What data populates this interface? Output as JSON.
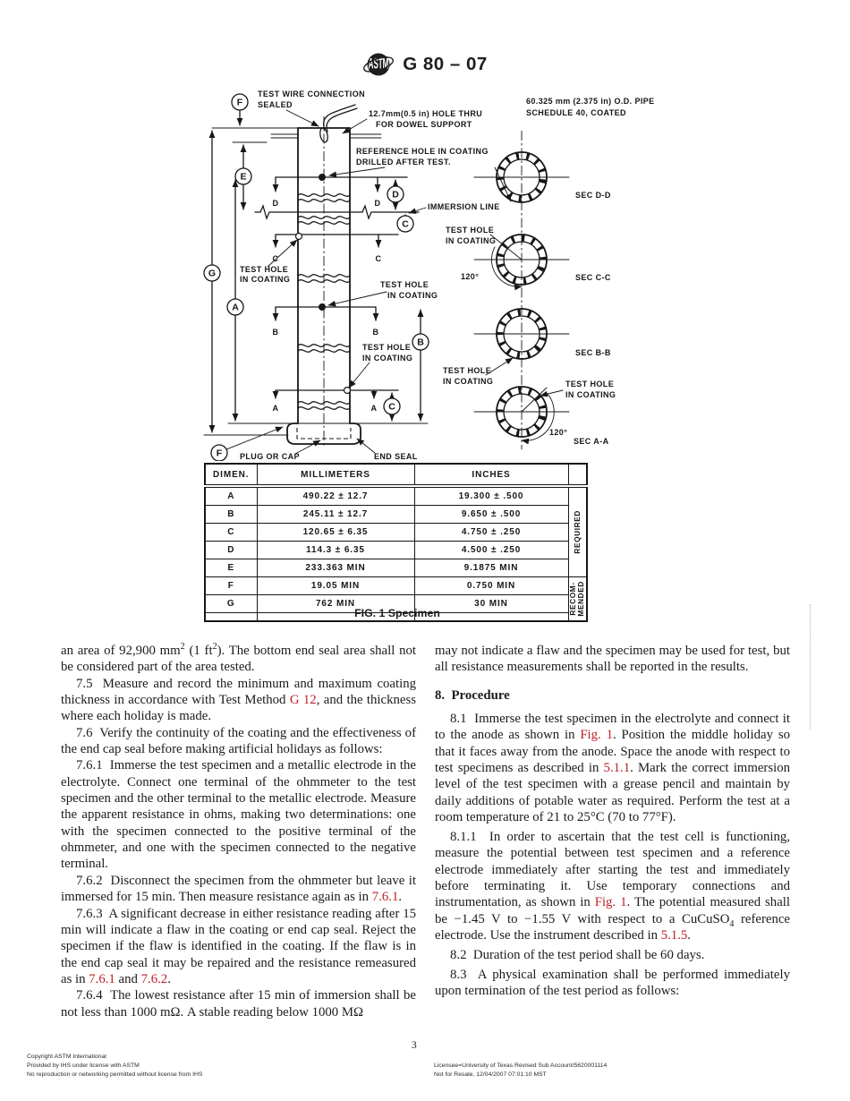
{
  "header": {
    "code": "G 80 – 07",
    "logo_text": "ASTM"
  },
  "figure": {
    "caption": "FIG. 1 Specimen",
    "labels": {
      "test_wire": [
        "TEST WIRE CONNECTION",
        "SEALED"
      ],
      "hole_thru": [
        "12.7mm(0.5 in) HOLE THRU",
        "FOR DOWEL SUPPORT"
      ],
      "od_pipe": [
        "60.325 mm (2.375 in) O.D. PIPE",
        "SCHEDULE 40, COATED"
      ],
      "reference_hole": [
        "REFERENCE HOLE IN COATING",
        "DRILLED AFTER TEST."
      ],
      "immersion_line": "IMMERSION LINE",
      "test_hole": [
        "TEST HOLE",
        "IN COATING"
      ],
      "plug_or_cap": "PLUG OR CAP",
      "end_seal": "END SEAL",
      "sec_dd": "SEC D-D",
      "sec_cc": "SEC C-C",
      "sec_bb": "SEC B-B",
      "sec_aa": "SEC A-A",
      "angle_cc": "120°",
      "angle_aa": "120°"
    },
    "letters": {
      "A": "A",
      "B": "B",
      "C": "C",
      "D": "D",
      "E": "E",
      "F": "F",
      "G": "G"
    },
    "table": {
      "headers": [
        "DIMEN.",
        "MILLIMETERS",
        "INCHES"
      ],
      "rows": [
        {
          "dim": "A",
          "mm": "490.22 ± 12.7",
          "in": "19.300 ± .500"
        },
        {
          "dim": "B",
          "mm": "245.11 ± 12.7",
          "in": "9.650 ± .500"
        },
        {
          "dim": "C",
          "mm": "120.65 ± 6.35",
          "in": "4.750 ± .250"
        },
        {
          "dim": "D",
          "mm": "114.3 ± 6.35",
          "in": "4.500 ± .250"
        },
        {
          "dim": "E",
          "mm": "233.363 MIN",
          "in": "9.1875 MIN"
        },
        {
          "dim": "F",
          "mm": "19.05  MIN",
          "in": "0.750 MIN"
        },
        {
          "dim": "G",
          "mm": "762  MIN",
          "in": "30 MIN"
        }
      ],
      "side_labels": [
        "REQUIRED",
        "RECOM-\nMENDED"
      ]
    }
  },
  "body": {
    "left_column": [
      {
        "indent": false,
        "segments": [
          {
            "t": "an area of 92,900 mm"
          },
          {
            "t": "2",
            "sup": true
          },
          {
            "t": " (1 ft"
          },
          {
            "t": "2",
            "sup": true
          },
          {
            "t": "). The bottom end seal area shall not be considered part of the area tested."
          }
        ]
      },
      {
        "segments": [
          {
            "t": "7.5  Measure and record the minimum and maximum coating thickness in accordance with Test Method "
          },
          {
            "t": "G 12",
            "link": true
          },
          {
            "t": ", and the thickness where each holiday is made."
          }
        ]
      },
      {
        "segments": [
          {
            "t": "7.6  Verify the continuity of the coating and the effectiveness of the end cap seal before making artificial holidays as follows:"
          }
        ]
      },
      {
        "segments": [
          {
            "t": "7.6.1  Immerse the test specimen and a metallic electrode in the electrolyte. Connect one terminal of the ohmmeter to the test specimen and the other terminal to the metallic electrode. Measure the apparent resistance in ohms, making two determinations: one with the specimen connected to the positive terminal of the ohmmeter, and one with the specimen connected to the negative terminal."
          }
        ]
      },
      {
        "segments": [
          {
            "t": "7.6.2  Disconnect the specimen from the ohmmeter but leave it immersed for 15 min. Then measure resistance again as in "
          },
          {
            "t": "7.6.1",
            "link": true
          },
          {
            "t": "."
          }
        ]
      },
      {
        "segments": [
          {
            "t": "7.6.3  A significant decrease in either resistance reading after 15 min will indicate a flaw in the coating or end cap seal. Reject the specimen if the flaw is identified in the coating. If the flaw is in the end cap seal it may be repaired and the resistance remeasured as in "
          },
          {
            "t": "7.6.1",
            "link": true
          },
          {
            "t": " and "
          },
          {
            "t": "7.6.2",
            "link": true
          },
          {
            "t": "."
          }
        ]
      },
      {
        "segments": [
          {
            "t": "7.6.4  The lowest resistance after 15 min of immersion shall be not less than 1000 mΩ. A stable reading below 1000 MΩ"
          }
        ]
      }
    ],
    "right_column": [
      {
        "indent": false,
        "segments": [
          {
            "t": "may not indicate a flaw and the specimen may be used for test, but all resistance measurements shall be reported in the results."
          }
        ]
      },
      {
        "heading": true,
        "segments": [
          {
            "t": "8.  Procedure"
          }
        ]
      },
      {
        "segments": [
          {
            "t": "8.1  Immerse the test specimen in the electrolyte and connect it to the anode as shown in "
          },
          {
            "t": "Fig. 1",
            "link": true
          },
          {
            "t": ". Position the middle holiday so that it faces away from the anode. Space the anode with respect to test specimens as described in "
          },
          {
            "t": "5.1.1",
            "link": true
          },
          {
            "t": ". Mark the correct immersion level of the test specimen with a grease pencil and maintain by daily additions of potable water as required. Perform the test at a room temperature of 21 to 25°C (70 to 77°F)."
          }
        ]
      },
      {
        "segments": [
          {
            "t": "8.1.1  In order to ascertain that the test cell is functioning, measure the potential between test specimen and a reference electrode immediately after starting the test and immediately before terminating it. Use temporary connections and instrumentation, as shown in "
          },
          {
            "t": "Fig. 1",
            "link": true
          },
          {
            "t": ". The potential measured shall be −1.45 V to −1.55 V with respect to a CuCuSO"
          },
          {
            "t": "4",
            "sub": true
          },
          {
            "t": " reference electrode. Use the instrument described in "
          },
          {
            "t": "5.1.5",
            "link": true
          },
          {
            "t": "."
          }
        ]
      },
      {
        "segments": [
          {
            "t": "8.2  Duration of the test period shall be 60 days."
          }
        ]
      },
      {
        "segments": [
          {
            "t": "8.3  A physical examination shall be performed immediately upon termination of the test period as follows:"
          }
        ]
      }
    ]
  },
  "footer": {
    "left_lines": [
      "Copyright ASTM International",
      "Provided by IHS under license with ASTM",
      "No reproduction or networking permitted without license from IHS"
    ],
    "right_lines": [
      "Licensee=University of Texas Revised Sub Account/5620001114",
      "Not for Resale, 12/04/2007 07:01:10 MST"
    ],
    "page_number": "3"
  },
  "colors": {
    "link": "#bf2026",
    "text": "#1b1b1b"
  }
}
